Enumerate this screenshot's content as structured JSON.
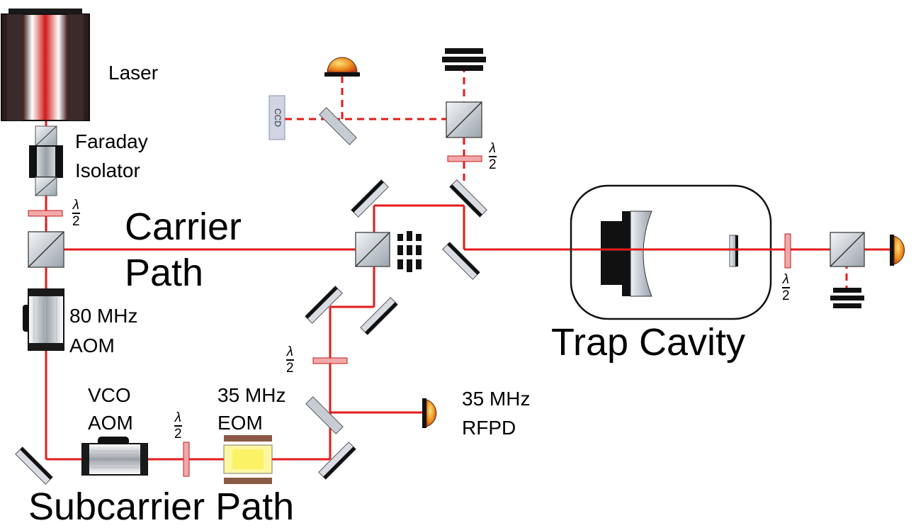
{
  "colors": {
    "beam": "#e31b1b",
    "mirror_dark": "#111111",
    "mirror_light": "#d9dde3",
    "detector_orange": "#e8801a",
    "eom_yellow": "#fff7a0",
    "eom_brown": "#8a5a44",
    "ccd_fill": "#d0d4e4"
  },
  "labels": {
    "laser": "Laser",
    "faraday_line1": "Faraday",
    "faraday_line2": "Isolator",
    "carrier_line1": "Carrier",
    "carrier_line2": "Path",
    "aom80_line1": "80 MHz",
    "aom80_line2": "AOM",
    "vco_line1": "VCO",
    "vco_line2": "AOM",
    "eom_line1": "35 MHz",
    "eom_line2": "EOM",
    "rfpd_line1": "35 MHz",
    "rfpd_line2": "RFPD",
    "subcarrier": "Subcarrier Path",
    "trap_cavity": "Trap Cavity",
    "ccd": "CCD",
    "halfwave_num": "λ",
    "halfwave_den": "2"
  }
}
